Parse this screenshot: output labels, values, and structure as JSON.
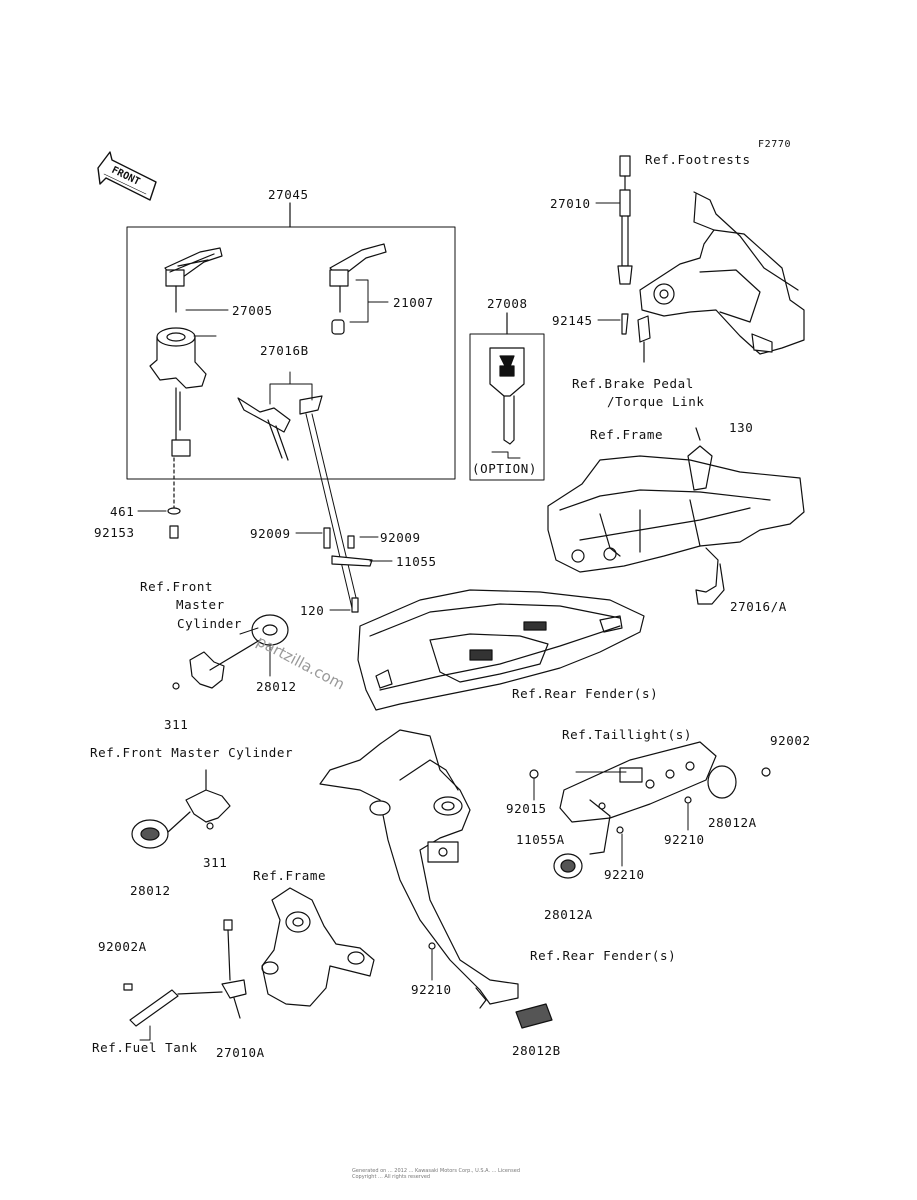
{
  "figure_code": "F2770",
  "front_arrow": "FRONT",
  "watermark": "partzilla.com",
  "footer_lines": [
    "Generated on ... 2012 ... Kawasaki Motors Corp., U.S.A. ... Licensed",
    "Copyright ... All rights reserved"
  ],
  "labels": {
    "p27045": "27045",
    "p27005": "27005",
    "p21007": "21007",
    "p27016B": "27016B",
    "p27008": "27008",
    "option": "(OPTION)",
    "p461": "461",
    "p92153": "92153",
    "p27010": "27010",
    "ref_footrests": "Ref.Footrests",
    "p92145": "92145",
    "ref_brake_pedal": "Ref.Brake Pedal",
    "torque_link": "/Torque Link",
    "ref_frame_1": "Ref.Frame",
    "p130": "130",
    "p92009_a": "92009",
    "p92009_b": "92009",
    "p11055": "11055",
    "p120": "120",
    "ref_front_master_1": "Ref.Front",
    "master": "Master",
    "cylinder": "Cylinder",
    "p28012_a": "28012",
    "p311_a": "311",
    "p27016A": "27016/A",
    "ref_rear_fender_1": "Ref.Rear Fender(s)",
    "ref_front_master_2": "Ref.Front Master Cylinder",
    "p311_b": "311",
    "p28012_b": "28012",
    "ref_taillight": "Ref.Taillight(s)",
    "p92002": "92002",
    "p92015": "92015",
    "p28012A_a": "28012A",
    "p11055A": "11055A",
    "p92210_a": "92210",
    "p92210_b": "92210",
    "p28012A_b": "28012A",
    "ref_frame_2": "Ref.Frame",
    "p92002A": "92002A",
    "p92210_c": "92210",
    "ref_rear_fender_2": "Ref.Rear Fender(s)",
    "ref_fuel_tank": "Ref.Fuel Tank",
    "p27010A": "27010A",
    "p28012B": "28012B"
  }
}
